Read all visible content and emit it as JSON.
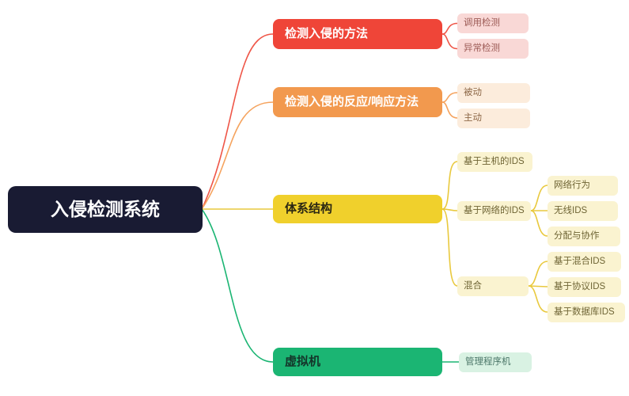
{
  "mindmap": {
    "root": {
      "label": "入侵检测系统",
      "color": "#191b33",
      "text_color": "#ffffff"
    },
    "branches": [
      {
        "label": "检测入侵的方法",
        "color": "#ef4538",
        "child_color": "#f9d8d6",
        "children": [
          {
            "label": "调用检测"
          },
          {
            "label": "异常检测"
          }
        ]
      },
      {
        "label": "检测入侵的反应/响应方法",
        "color": "#f2994e",
        "child_color": "#fcecdc",
        "children": [
          {
            "label": "被动"
          },
          {
            "label": "主动"
          }
        ]
      },
      {
        "label": "体系结构",
        "color": "#f0d02c",
        "child_color": "#faf3d0",
        "children": [
          {
            "label": "基于主机的IDS"
          },
          {
            "label": "基于网络的IDS",
            "children": [
              {
                "label": "网络行为"
              },
              {
                "label": "无线IDS"
              },
              {
                "label": "分配与协作"
              }
            ]
          },
          {
            "label": "混合",
            "children": [
              {
                "label": "基于混合IDS"
              },
              {
                "label": "基于协议IDS"
              },
              {
                "label": "基于数据库IDS"
              }
            ]
          }
        ]
      },
      {
        "label": "虚拟机",
        "color": "#1bb573",
        "child_color": "#d9f2e3",
        "children": [
          {
            "label": "管理程序机"
          }
        ]
      }
    ]
  }
}
